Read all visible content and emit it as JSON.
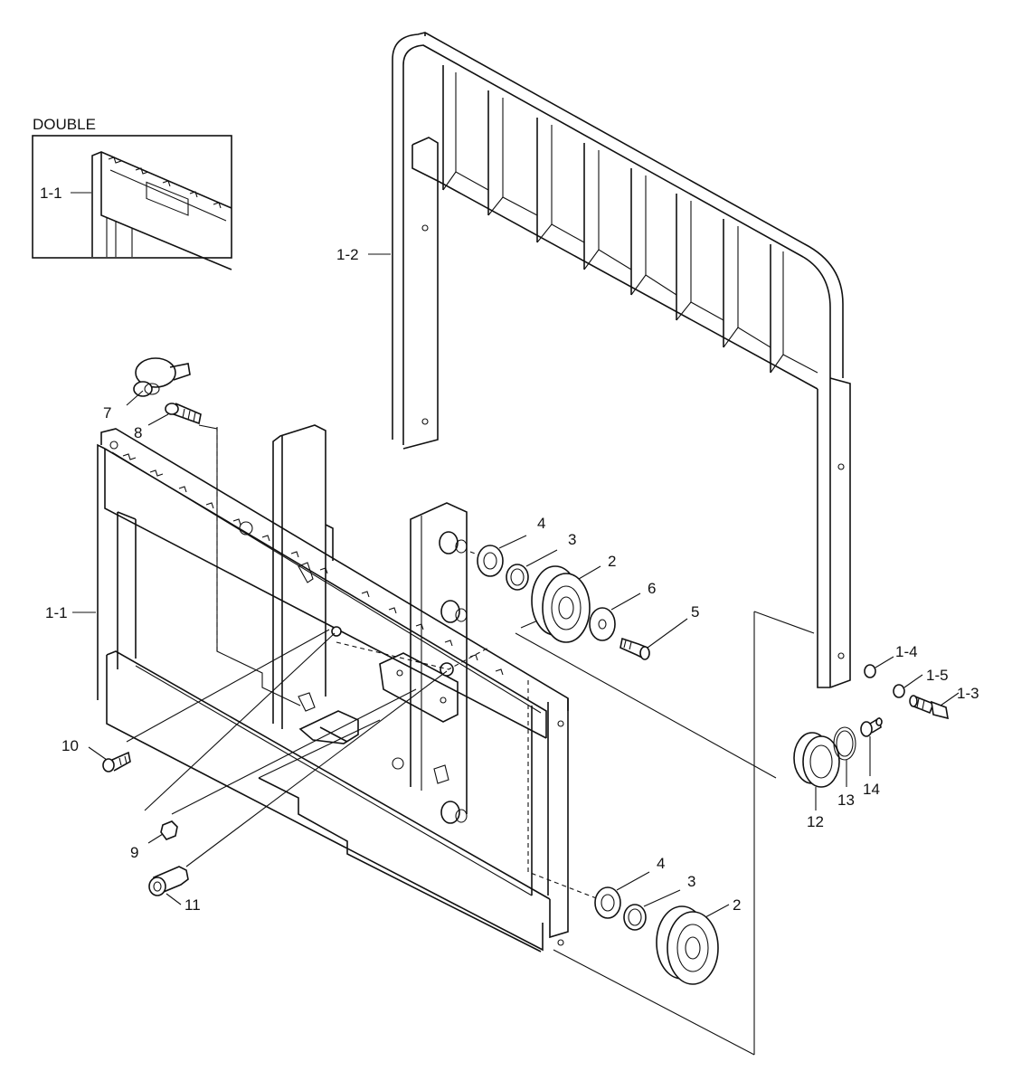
{
  "inset": {
    "title": "DOUBLE",
    "label": "1-1"
  },
  "callouts": [
    {
      "id": "c-1-2",
      "text": "1-2"
    },
    {
      "id": "c-7",
      "text": "7"
    },
    {
      "id": "c-8",
      "text": "8"
    },
    {
      "id": "c-1-1",
      "text": "1-1"
    },
    {
      "id": "c-4a",
      "text": "4"
    },
    {
      "id": "c-3a",
      "text": "3"
    },
    {
      "id": "c-2a",
      "text": "2"
    },
    {
      "id": "c-6",
      "text": "6"
    },
    {
      "id": "c-5",
      "text": "5"
    },
    {
      "id": "c-1-4",
      "text": "1-4"
    },
    {
      "id": "c-1-5",
      "text": "1-5"
    },
    {
      "id": "c-1-3",
      "text": "1-3"
    },
    {
      "id": "c-10",
      "text": "10"
    },
    {
      "id": "c-12",
      "text": "12"
    },
    {
      "id": "c-13",
      "text": "13"
    },
    {
      "id": "c-14",
      "text": "14"
    },
    {
      "id": "c-9",
      "text": "9"
    },
    {
      "id": "c-11",
      "text": "11"
    },
    {
      "id": "c-4b",
      "text": "4"
    },
    {
      "id": "c-3b",
      "text": "3"
    },
    {
      "id": "c-2b",
      "text": "2"
    }
  ]
}
